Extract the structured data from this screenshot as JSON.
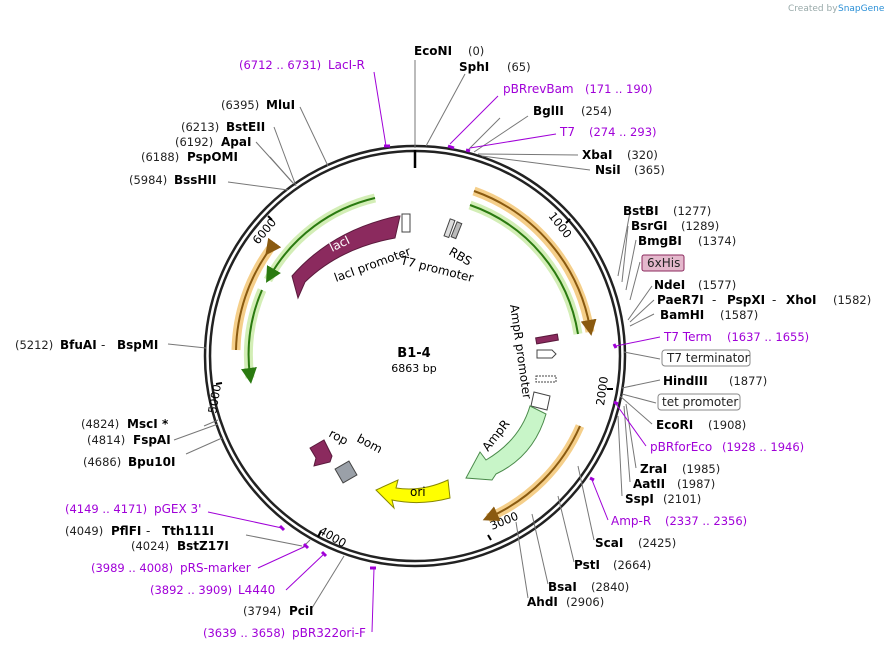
{
  "header": {
    "credit_text": "Created by",
    "brand": "SnapGene"
  },
  "plasmid": {
    "name": "B1-4",
    "size": "6863 bp"
  },
  "ticks": [
    "1000",
    "2000",
    "3000",
    "4000",
    "5000",
    "6000"
  ],
  "sites": {
    "econi": {
      "name": "EcoNI",
      "pos": "(0)"
    },
    "sphi": {
      "name": "SphI",
      "pos": "(65)"
    },
    "pbrrevbam": {
      "name": "pBRrevBam",
      "pos": "(171 .. 190)"
    },
    "bglii": {
      "name": "BglII",
      "pos": "(254)"
    },
    "t7": {
      "name": "T7",
      "pos": "(274 .. 293)"
    },
    "xbai": {
      "name": "XbaI",
      "pos": "(320)"
    },
    "nsii": {
      "name": "NsiI",
      "pos": "(365)"
    },
    "bstbi": {
      "name": "BstBI",
      "pos": "(1277)"
    },
    "bsrgi": {
      "name": "BsrGI",
      "pos": "(1289)"
    },
    "bmgbi": {
      "name": "BmgBI",
      "pos": "(1374)"
    },
    "his6": {
      "name": "6xHis"
    },
    "ndei": {
      "name": "NdeI",
      "pos": "(1577)"
    },
    "paer7i": {
      "name": "PaeR7I",
      "sep1": " - ",
      "name2": "PspXI",
      "sep2": " - ",
      "name3": "XhoI",
      "pos": "(1582)"
    },
    "bamhi": {
      "name": "BamHI",
      "pos": "(1587)"
    },
    "t7term": {
      "name": "T7 Term",
      "pos": "(1637 .. 1655)"
    },
    "t7terminator": {
      "name": "T7 terminator"
    },
    "hindiii": {
      "name": "HindIII",
      "pos": "(1877)"
    },
    "tetpromoter": {
      "name": "tet promoter"
    },
    "ecori": {
      "name": "EcoRI",
      "pos": "(1908)"
    },
    "pbrforeco": {
      "name": "pBRforEco",
      "pos": "(1928 .. 1946)"
    },
    "zrai": {
      "name": "ZraI",
      "pos": "(1985)"
    },
    "aatii": {
      "name": "AatII",
      "pos": "(1987)"
    },
    "sspi": {
      "name": "SspI",
      "pos": "(2101)"
    },
    "ampr_primer": {
      "name": "Amp-R",
      "pos": "(2337 .. 2356)"
    },
    "scai": {
      "name": "ScaI",
      "pos": "(2425)"
    },
    "psti": {
      "name": "PstI",
      "pos": "(2664)"
    },
    "bsai": {
      "name": "BsaI",
      "pos": "(2840)"
    },
    "ahdi": {
      "name": "AhdI",
      "pos": "(2906)"
    },
    "pbr322ori": {
      "name": "pBR322ori-F",
      "pos": "(3639 .. 3658)"
    },
    "pcii": {
      "name": "PciI",
      "pos": "(3794)"
    },
    "l4440": {
      "name": "L4440",
      "pos": "(3892 .. 3909)"
    },
    "prsmarker": {
      "name": "pRS-marker",
      "pos": "(3989 .. 4008)"
    },
    "bstz17i": {
      "name": "BstZ17I",
      "pos": "(4024)"
    },
    "pflfi": {
      "name": "PflFI",
      "sep": " - ",
      "name2": "Tth111I",
      "pos": "(4049)"
    },
    "pgex3": {
      "name": "pGEX 3'",
      "pos": "(4149 .. 4171)"
    },
    "bpu10i": {
      "name": "Bpu10I",
      "pos": "(4686)"
    },
    "fspai": {
      "name": "FspAI",
      "pos": "(4814)"
    },
    "msci": {
      "name": "MscI",
      "star": "*",
      "pos": "(4824)"
    },
    "bfuai": {
      "name": "BfuAI",
      "sep": " - ",
      "name2": "BspMI",
      "pos": "(5212)"
    },
    "bsshii": {
      "name": "BssHII",
      "pos": "(5984)"
    },
    "pspomi": {
      "name": "PspOMI",
      "pos": "(6188)"
    },
    "apai": {
      "name": "ApaI",
      "pos": "(6192)"
    },
    "bsteii": {
      "name": "BstEII",
      "pos": "(6213)"
    },
    "mlui": {
      "name": "MluI",
      "pos": "(6395)"
    },
    "lacir": {
      "name": "LacI-R",
      "pos": "(6712 .. 6731)"
    }
  },
  "features": {
    "laci": "lacI",
    "laci_promoter": "lacI promoter",
    "t7_promoter": "T7 promoter",
    "rbs": "RBS",
    "ampr_promoter": "AmpR promoter",
    "ampr": "AmpR",
    "ori": "ori",
    "rop": "rop",
    "bom": "bom"
  },
  "colors": {
    "laci": "#8b2a5e",
    "ampr": "#c8f5c8",
    "ori": "#ffff00",
    "rop": "#8b2a5e",
    "bom": "#9aa0a8",
    "orf": "#f0a83c",
    "orf_line": "#8a5a10",
    "green_arc": "#a8d878",
    "green_line": "#2a7a10",
    "primer": "#a000d8"
  }
}
